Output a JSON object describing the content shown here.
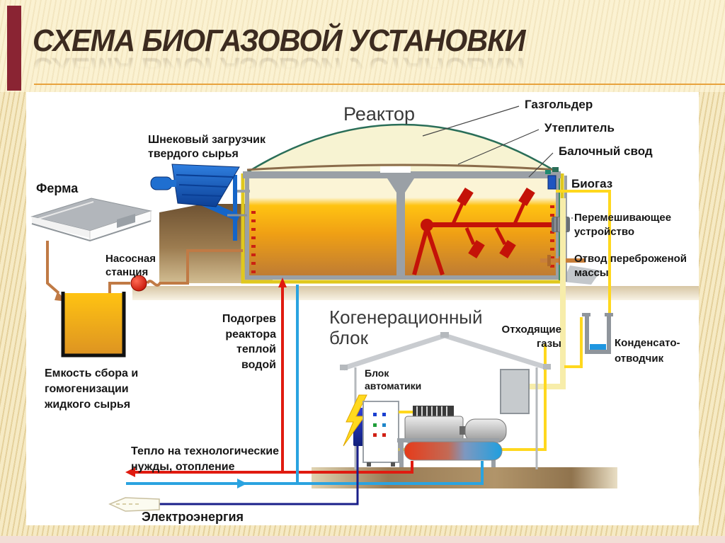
{
  "slide": {
    "title": "СХЕМА БИОГАЗОВОЙ УСТАНОВКИ"
  },
  "palette": {
    "accent_maroon": "#8a2433",
    "underline_orange": "#e8a33d",
    "background_tan": "#f2e4b6",
    "biogas_yellow": "#ffd81e",
    "hot_water_red": "#e01b10",
    "cold_water_blue": "#2aa3e0",
    "electricity_navy": "#1a1f8a",
    "substrate_brown": "#c07a45",
    "mixer_red": "#c41208",
    "hopper_blue": "#1f6fd0"
  },
  "diagram": {
    "reactor": {
      "label": "Реактор"
    },
    "callouts": {
      "gasholder": "Газгольдер",
      "insulation": "Утеплитель",
      "beam_vault": "Балочный свод",
      "biogas": "Биогаз",
      "mixer_line1": "Перемешивающее",
      "mixer_line2": "устройство",
      "discharge_line1": "Отвод переброженой",
      "discharge_line2": "массы"
    },
    "left": {
      "screw_feeder_line1": "Шнековый загрузчик",
      "screw_feeder_line2": "твердого сырья",
      "farm": "Ферма",
      "pump_line1": "Насосная",
      "pump_line2": "станция",
      "tank_line1": "Емкость сбора и",
      "tank_line2": "гомогенизации",
      "tank_line3": "жидкого сырья",
      "heating_line1": "Подогрев",
      "heating_line2": "реактора",
      "heating_line3": "теплой",
      "heating_line4": "водой"
    },
    "cogen": {
      "title_line1": "Когенерационный",
      "title_line2": "блок",
      "automation_line1": "Блок",
      "automation_line2": "автоматики",
      "exhaust_line1": "Отходящие",
      "exhaust_line2": "газы",
      "condensate_line1": "Конденсато-",
      "condensate_line2": "отводчик"
    },
    "bottom": {
      "heat_line1": "Тепло на технологические",
      "heat_line2": "нужды, отопление",
      "electricity": "Электроэнергия"
    }
  }
}
